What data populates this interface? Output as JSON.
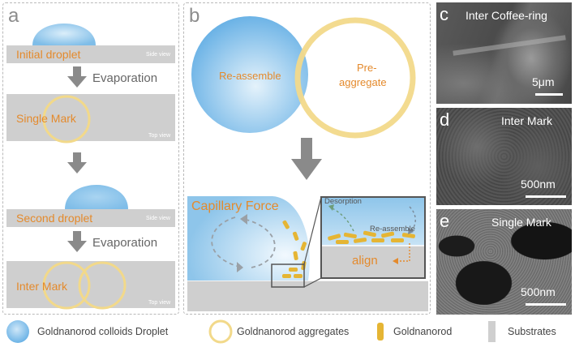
{
  "panels": {
    "a": {
      "letter": "a",
      "initial_droplet": "Initial droplet",
      "single_mark": "Single Mark",
      "second_droplet": "Second droplet",
      "inter_mark": "Inter Mark",
      "side_view": "Side view",
      "top_view": "Top view",
      "evaporation": "Evaporation"
    },
    "b": {
      "letter": "b",
      "reassemble": "Re-assemble",
      "preaggregate_line1": "Pre-",
      "preaggregate_line2": "aggregate",
      "capillary_force": "Capillary Force",
      "desorption": "Desorption",
      "reassemble_small": "Re-assemble",
      "align": "align"
    },
    "c": {
      "letter": "c",
      "label": "Inter Coffee-ring",
      "scale": "5μm"
    },
    "d": {
      "letter": "d",
      "label": "Inter Mark",
      "scale": "500nm"
    },
    "e": {
      "letter": "e",
      "label": "Single Mark",
      "scale": "500nm"
    }
  },
  "legend": {
    "droplet": "Goldnanorod colloids Droplet",
    "aggregates": "Goldnanorod aggregates",
    "rod": "Goldnanorod",
    "substrates": "Substrates"
  },
  "colors": {
    "droplet_blue": "#8ec5ea",
    "ring_yellow": "#f2d98a",
    "rod_gold": "#e5b534",
    "substrate_gray": "#cfcfcf",
    "label_orange": "#e48a2c"
  }
}
